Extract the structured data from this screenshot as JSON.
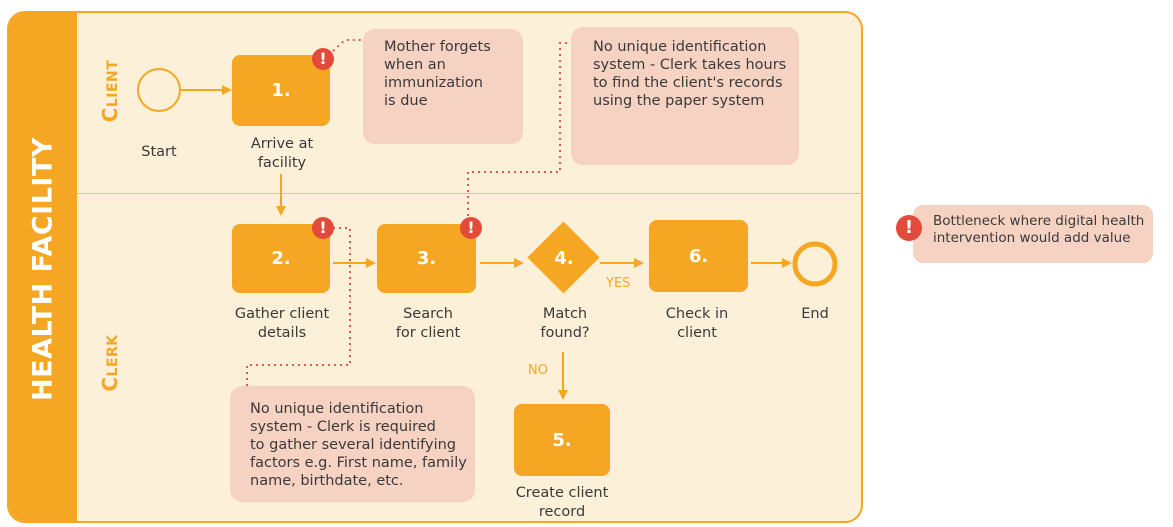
{
  "facility_label": "HEALTH FACILITY",
  "lanes": {
    "client": "Client",
    "clerk": "Clerk"
  },
  "steps": {
    "start": "Start",
    "s1": {
      "number": "1.",
      "label": [
        "Arrive at",
        "facility"
      ]
    },
    "s2": {
      "number": "2.",
      "label": [
        "Gather client",
        "details"
      ]
    },
    "s3": {
      "number": "3.",
      "label": [
        "Search",
        "for client"
      ]
    },
    "s4": {
      "number": "4.",
      "label": [
        "Match",
        "found?"
      ]
    },
    "s5": {
      "number": "5.",
      "label": [
        "Create client",
        "record"
      ]
    },
    "s6": {
      "number": "6.",
      "label": [
        "Check in",
        "client"
      ]
    },
    "end": "End"
  },
  "branches": {
    "yes": "YES",
    "no": "NO"
  },
  "callouts": {
    "c1": [
      "Mother forgets",
      "when an",
      "immunization",
      "is due"
    ],
    "c2": [
      "No unique identification",
      "system - Clerk takes hours",
      "to find the client's records",
      "using the paper system"
    ],
    "c3": [
      "No unique identification",
      "system - Clerk is required",
      "to gather several identifying",
      "factors e.g. First name, family",
      "name, birthdate, etc."
    ]
  },
  "legend": [
    "Bottleneck where digital health",
    "intervention would add value"
  ],
  "alert_glyph": "!",
  "colors": {
    "accent": "#f5a623",
    "lane_bg": "#fdf0d8",
    "callout": "#f6d2c2",
    "alert": "#e24a3b",
    "connector": "#e05a4a"
  }
}
